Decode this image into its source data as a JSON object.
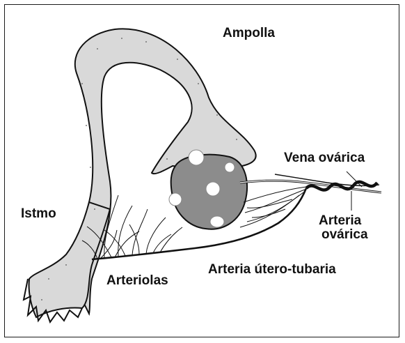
{
  "labels": {
    "ampolla": "Ampolla",
    "vena_ovarica": "Vena ovárica",
    "istmo": "Istmo",
    "arteria_ovarica_line1": "Arteria",
    "arteria_ovarica_line2": "ovárica",
    "arteriolas": "Arteriolas",
    "arteria_utero_tubaria": "Arteria útero-tubaria"
  },
  "colors": {
    "tube_fill": "#d9d9d9",
    "ovary_fill": "#8c8c8c",
    "outline": "#111111",
    "background": "#ffffff"
  }
}
